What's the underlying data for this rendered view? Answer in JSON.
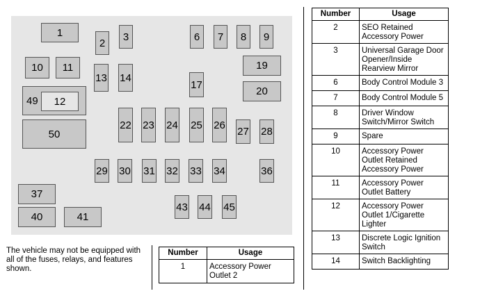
{
  "fuses": [
    {
      "label": "1"
    },
    {
      "label": "2"
    },
    {
      "label": "3"
    },
    {
      "label": "6"
    },
    {
      "label": "7"
    },
    {
      "label": "8"
    },
    {
      "label": "9"
    },
    {
      "label": "10"
    },
    {
      "label": "11"
    },
    {
      "label": "13"
    },
    {
      "label": "14"
    },
    {
      "label": "17"
    },
    {
      "label": "19"
    },
    {
      "label": "20"
    },
    {
      "label": "49"
    },
    {
      "label": "12"
    },
    {
      "label": "50"
    },
    {
      "label": "22"
    },
    {
      "label": "23"
    },
    {
      "label": "24"
    },
    {
      "label": "25"
    },
    {
      "label": "26"
    },
    {
      "label": "27"
    },
    {
      "label": "28"
    },
    {
      "label": "29"
    },
    {
      "label": "30"
    },
    {
      "label": "31"
    },
    {
      "label": "32"
    },
    {
      "label": "33"
    },
    {
      "label": "34"
    },
    {
      "label": "36"
    },
    {
      "label": "37"
    },
    {
      "label": "40"
    },
    {
      "label": "41"
    },
    {
      "label": "43"
    },
    {
      "label": "44"
    },
    {
      "label": "45"
    }
  ],
  "note": "The vehicle may not be equipped with all of the fuses, relays, and features shown.",
  "left_table": {
    "headers": {
      "number": "Number",
      "usage": "Usage"
    },
    "rows": [
      {
        "number": "1",
        "usage": "Accessory Power Outlet 2"
      }
    ]
  },
  "right_table": {
    "headers": {
      "number": "Number",
      "usage": "Usage"
    },
    "rows": [
      {
        "number": "2",
        "usage": "SEO Retained Accessory Power"
      },
      {
        "number": "3",
        "usage": "Universal Garage Door Opener/Inside Rearview Mirror"
      },
      {
        "number": "6",
        "usage": "Body Control Module 3"
      },
      {
        "number": "7",
        "usage": "Body Control Module 5"
      },
      {
        "number": "8",
        "usage": "Driver Window Switch/Mirror Switch"
      },
      {
        "number": "9",
        "usage": "Spare"
      },
      {
        "number": "10",
        "usage": "Accessory Power Outlet Retained Accessory Power"
      },
      {
        "number": "11",
        "usage": "Accessory Power Outlet Battery"
      },
      {
        "number": "12",
        "usage": "Accessory Power Outlet 1/Cigarette Lighter"
      },
      {
        "number": "13",
        "usage": "Discrete Logic Ignition Switch"
      },
      {
        "number": "14",
        "usage": "Switch Backlighting"
      }
    ]
  }
}
